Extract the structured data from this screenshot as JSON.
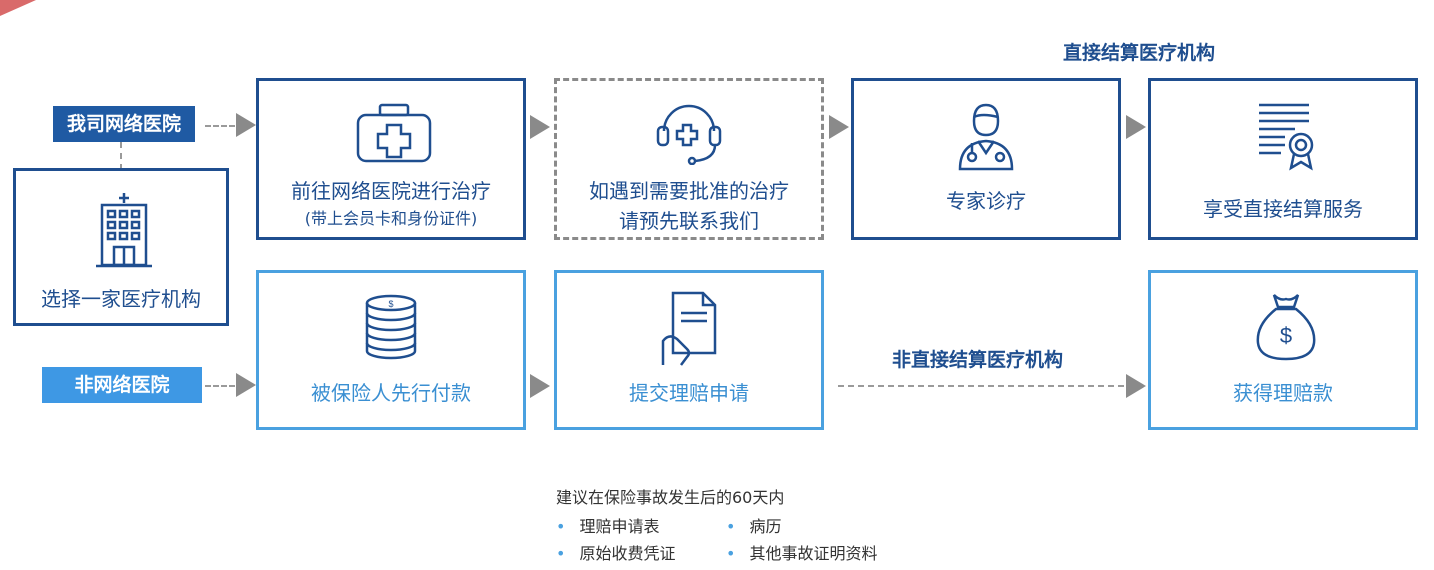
{
  "tags": {
    "network": "我司网络医院",
    "non_network": "非网络医院"
  },
  "select_box": {
    "title": "选择一家医疗机构",
    "icon": "hospital-building-icon"
  },
  "direct_label": "直接结算医疗机构",
  "indirect_label": "非直接结算医疗机构",
  "direct_flow": [
    {
      "title": "前往网络医院进行治疗",
      "sub": "(带上会员卡和身份证件)",
      "icon": "medical-kit-icon"
    },
    {
      "title": "如遇到需要批准的治疗",
      "title2": "请预先联系我们",
      "icon": "headset-medical-icon"
    },
    {
      "title": "专家诊疗",
      "icon": "doctor-icon"
    },
    {
      "title": "享受直接结算服务",
      "icon": "certificate-icon"
    }
  ],
  "indirect_flow": [
    {
      "title": "被保险人先行付款",
      "icon": "coin-stack-icon"
    },
    {
      "title": "提交理赔申请",
      "icon": "document-hand-icon"
    },
    {
      "title": "获得理赔款",
      "icon": "money-bag-icon"
    }
  ],
  "notes": {
    "heading": "建议在保险事故发生后的60天内",
    "items": [
      "理赔申请表",
      "病历",
      "原始收费凭证",
      "其他事故证明资料"
    ]
  },
  "colors": {
    "dark": "#1f4e8f",
    "light": "#4aa1e0",
    "tag_dark": "#1f5aa3",
    "tag_light": "#3e98e4"
  }
}
